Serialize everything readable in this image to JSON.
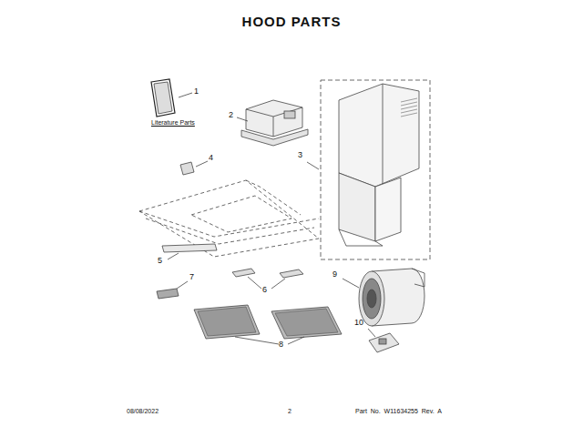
{
  "diagram": {
    "title": "HOOD PARTS",
    "labels": [
      "1",
      "Literature Parts",
      "2",
      "3",
      "4",
      "5",
      "6",
      "7",
      "8",
      "9",
      "10",
      "08/08/2022",
      "2",
      "Part No. W11634255 Rev. A"
    ]
  }
}
